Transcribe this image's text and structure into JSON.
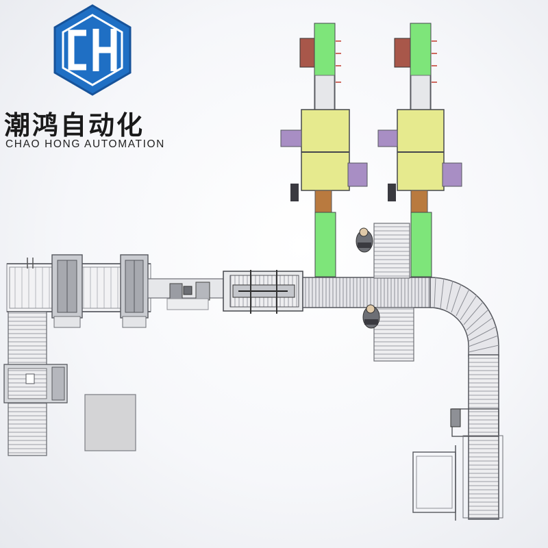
{
  "company": {
    "name_cn": "潮鸿自动化",
    "name_en": "CHAO HONG AUTOMATION",
    "logo_letters": "CH"
  },
  "colors": {
    "logo_blue": "#1f6fc4",
    "logo_blue_dark": "#17539a",
    "machine_yellow": "#e6ea8e",
    "conveyor_green": "#7ee57a",
    "motor_brown": "#b97a3f",
    "panel_purple": "#a88ec4",
    "sheet_red": "#a8574a",
    "roller_grey": "#d8d8dc",
    "frame_grey": "#8e9096"
  },
  "icons": [
    "logo-hexagon-icon",
    "operator-figure-icon"
  ]
}
